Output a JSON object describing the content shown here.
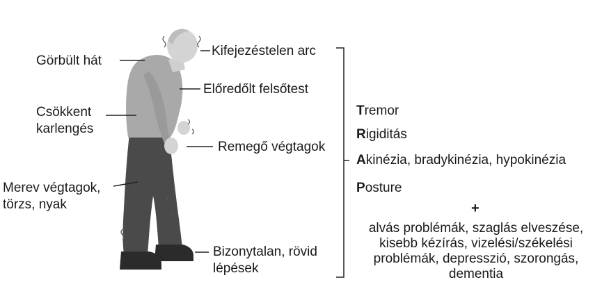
{
  "labels": {
    "curved_back": "Görbült hát",
    "reduced_armswing": [
      "Csökkent",
      "karlengés"
    ],
    "rigid_limbs": [
      "Merev végtagok,",
      "törzs, nyak"
    ],
    "masked_face": "Kifejezéstelen arc",
    "stooped_trunk": "Előredőlt felsőtest",
    "tremor_limbs": "Remegő végtagok",
    "short_steps": [
      "Bizonytalan, rövid",
      "lépések"
    ]
  },
  "tramp": [
    {
      "initial": "T",
      "rest": "remor"
    },
    {
      "initial": "R",
      "rest": "igiditás"
    },
    {
      "initial": "A",
      "rest": "kinézia, bradykinézia, hypokinézia"
    },
    {
      "initial": "P",
      "rest": "osture"
    }
  ],
  "plus": "+",
  "additional": [
    "alvás problémák, szaglás elveszése,",
    "kisebb kézírás, vizelési/székelési",
    "problémák, depresszió, szorongás,",
    "dementia"
  ],
  "colors": {
    "text": "#1a1a1a",
    "shirt": "#a9a9a9",
    "pants": "#4a4a4a",
    "skin": "#d4d4d4",
    "shoes": "#2b2b2b",
    "line": "#222222"
  }
}
